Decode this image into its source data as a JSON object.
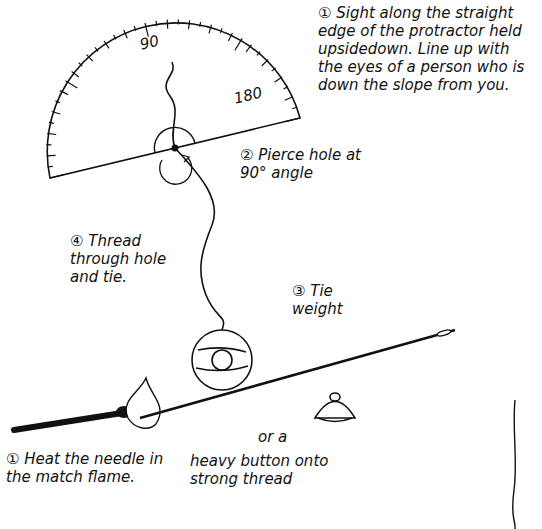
{
  "diagram": {
    "labels": [
      "90",
      "180",
      "① Sight along the straight edge of the protractor held upsidedown. Line up with the eyes of a person who is down the slope from you.",
      "② Pierce hole at 90° angle",
      "④ Thread through hole and tie.",
      "③ Tie weight",
      "① Heat the needle in the match flame.",
      "or a",
      "heavy button onto strong thread"
    ]
  }
}
